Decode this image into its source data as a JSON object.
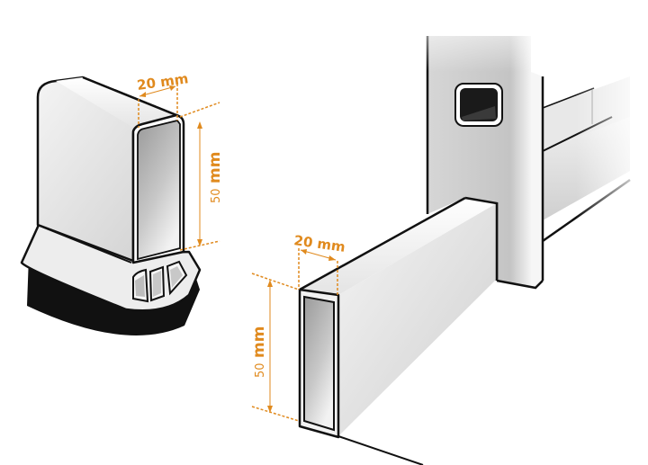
{
  "figure": {
    "description": "End cap and rectangular profile tube with dimensions",
    "accent_color": "#e08a1e",
    "end_cap": {
      "width_label": "20 mm",
      "height_value": "50",
      "height_unit": "mm"
    },
    "tube": {
      "width_label": "20 mm",
      "height_value": "50",
      "height_unit": "mm"
    }
  }
}
